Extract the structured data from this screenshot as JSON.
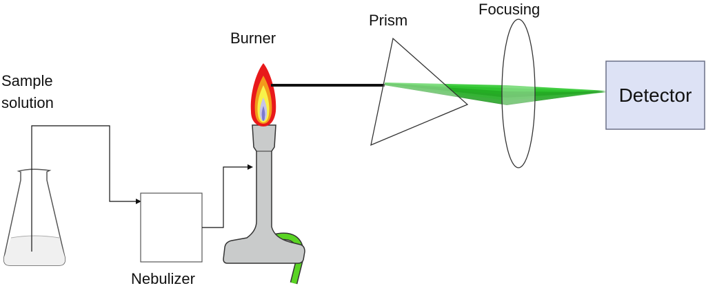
{
  "labels": {
    "burner": "Burner",
    "prism": "Prism",
    "focusing": "Focusing",
    "sample_line1": "Sample",
    "sample_line2": "solution",
    "nebulizer": "Nebulizer",
    "detector": "Detector"
  },
  "colors": {
    "detector_fill": "#dde2f5",
    "detector_border": "#6a6f86",
    "burner_body": "#c9cbcb",
    "gas_hose": "#5ad424",
    "beam_green": "#22aa22",
    "flame_outer": "#e8191b",
    "flame_mid": "#f39a1c",
    "flame_yellow": "#f8f24a",
    "flame_inner": "#9a9ad8"
  }
}
